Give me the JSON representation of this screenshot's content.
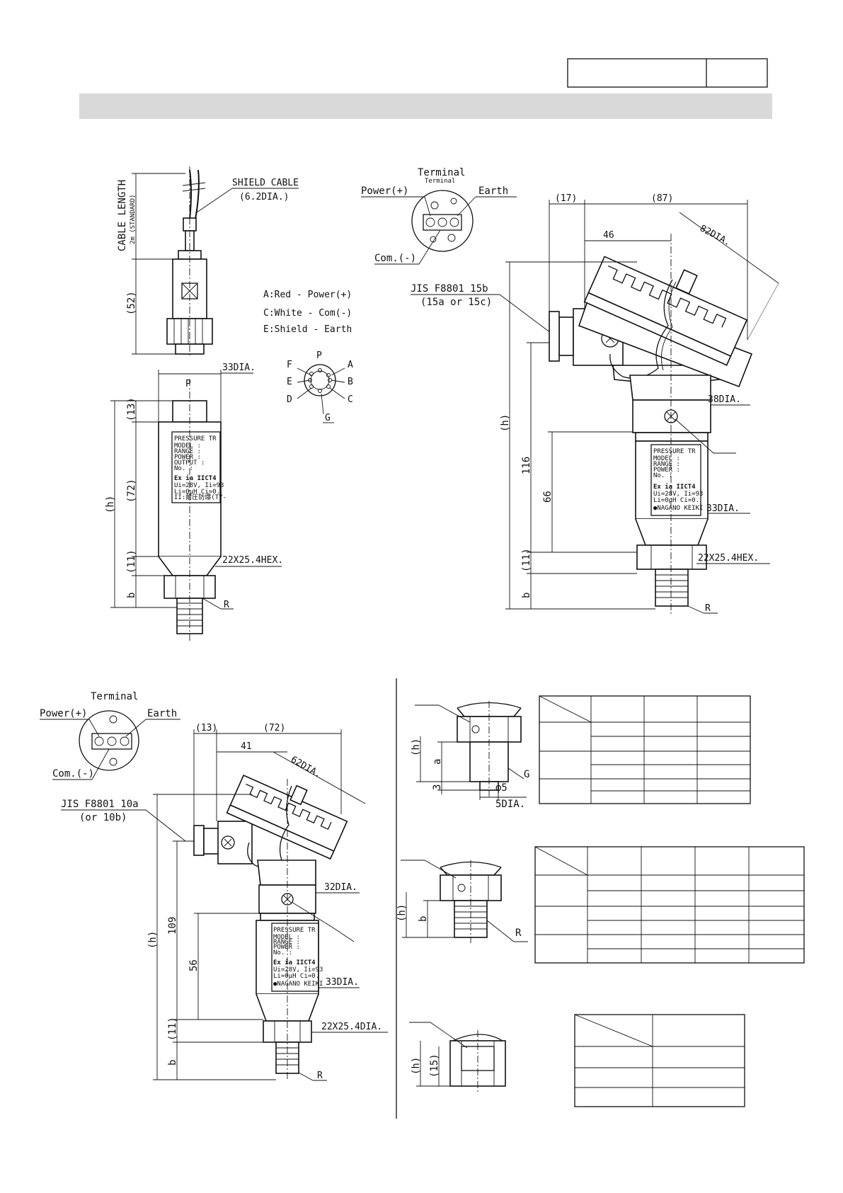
{
  "title_bar": {
    "fill": "#d9d9d9"
  },
  "fig1": {
    "cable_length": "CABLE LENGTH",
    "cable_std": "2m (STANDARD)",
    "shield_cable": "SHIELD CABLE",
    "shield_dia": "(6.2DIA.)",
    "dim_52": "(52)",
    "dim_33dia": "33DIA.",
    "label_p": "P",
    "dim_13": "(13)",
    "dim_72": "(72)",
    "dim_h": "(h)",
    "dim_11": "(11)",
    "dim_b": "b",
    "hex": "22X25.4HEX.",
    "r": "R"
  },
  "wiring": {
    "a": "A:Red - Power(+)",
    "c": "C:White - Com(-)",
    "e": "E:Shield - Earth",
    "pins": [
      "P",
      "A",
      "B",
      "C",
      "G",
      "D",
      "E",
      "F"
    ]
  },
  "plate": {
    "l1": "PRESSURE TR",
    "l2": "MODEL :",
    "l3": "RANGE :",
    "l4": "POWER :",
    "l5": "OUTPUT :",
    "l6": "No. :",
    "l7": "Ex ia IICT4",
    "l8": "Ui=28V, Ii=93",
    "l9": "Li=0μH Ci=0.",
    "l10": "II:耐圧防爆(TY-",
    "l11": "●NAGANO KEIKI"
  },
  "fig2": {
    "terminal": "Terminal",
    "terminal_small": "Terminal",
    "power": "Power(+)",
    "earth": "Earth",
    "com": "Com.(-)",
    "jis": "JIS F8801 15b",
    "jis_alt": "(15a or 15c)",
    "dim_17": "(17)",
    "dim_87": "(87)",
    "dim_46": "46",
    "dim_82dia": "82DIA.",
    "dim_38dia": "38DIA.",
    "dim_h": "(h)",
    "dim_116": "116",
    "dim_66": "66",
    "dim_33dia": "33DIA.",
    "dim_11": "(11)",
    "dim_b": "b",
    "hex": "22X25.4HEX.",
    "r": "R"
  },
  "fig3": {
    "terminal": "Terminal",
    "power": "Power(+)",
    "earth": "Earth",
    "com": "Com.(-)",
    "jis": "JIS F8801 10a",
    "jis_alt": "(or 10b)",
    "dim_13": "(13)",
    "dim_72": "(72)",
    "dim_41": "41",
    "dim_62dia": "62DIA.",
    "dim_32dia": "32DIA.",
    "dim_h": "(h)",
    "dim_109": "109",
    "dim_56": "56",
    "dim_33dia": "33DIA.",
    "dim_11": "(11)",
    "dim_b": "b",
    "hex": "22X25.4DIA.",
    "r": "R"
  },
  "fit1": {
    "dim_h": "(h)",
    "dim_a": "a",
    "dim_3": "3",
    "g": "G",
    "phi5": "φ5",
    "dia5": "5DIA."
  },
  "fit2": {
    "dim_h": "(h)",
    "dim_b": "b",
    "r": "R"
  },
  "fit3": {
    "dim_h": "(h)",
    "dim_15": "(15)"
  }
}
